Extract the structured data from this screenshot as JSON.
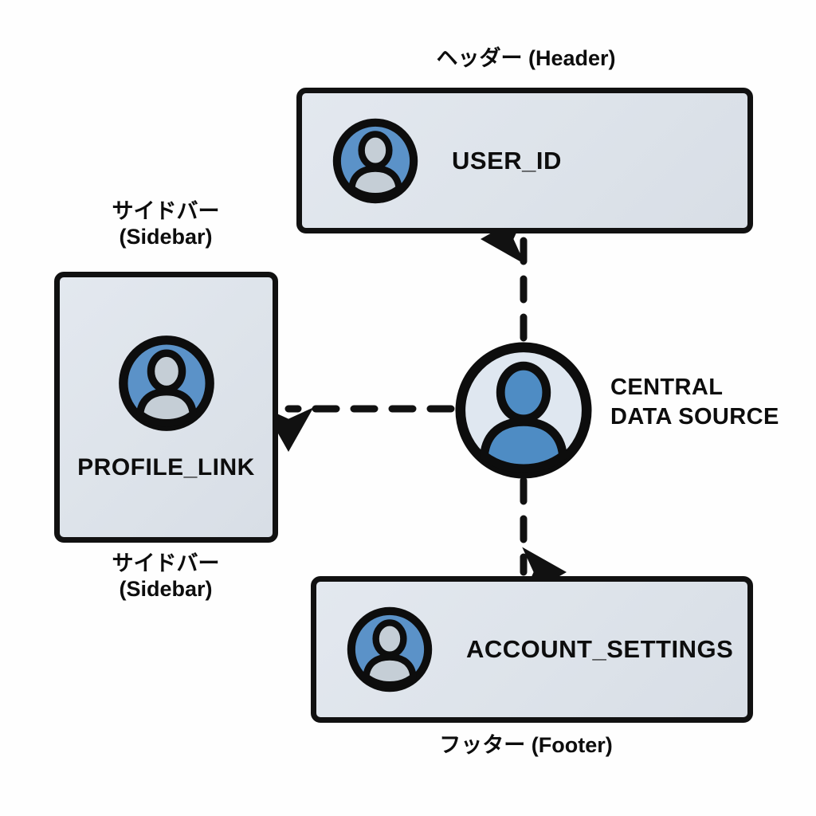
{
  "diagram": {
    "title_present": false,
    "background_color": "#fefefe",
    "box_fill_color": "#dfe5ec",
    "box_border_color": "#111111",
    "avatar_disc_color": "#5b92c8",
    "avatar_person_color": "#c5ced6",
    "hub_disc_color": "#dfe7f0",
    "hub_person_color": "#4e8cc4",
    "connector_color": "#111111",
    "connector_style": "dashed"
  },
  "nodes": {
    "header": {
      "label": "USER_ID",
      "caption": "ヘッダー (Header)",
      "caption_position": "above",
      "icon": "user-avatar-icon"
    },
    "sidebar": {
      "label": "PROFILE_LINK",
      "caption_top": "サイドバー\n(Sidebar)",
      "caption_bottom": "サイドバー\n(Sidebar)",
      "icon": "user-avatar-icon"
    },
    "footer": {
      "label": "ACCOUNT_SETTINGS",
      "caption": "フッター (Footer)",
      "caption_position": "below",
      "icon": "user-avatar-icon"
    },
    "central": {
      "label": "CENTRAL\nDATA SOURCE",
      "icon": "user-hub-icon"
    }
  },
  "connections": [
    {
      "from": "central",
      "to": "header",
      "direction": "up",
      "style": "dashed",
      "arrowhead": "single"
    },
    {
      "from": "central",
      "to": "sidebar",
      "direction": "left",
      "style": "dashed",
      "arrowhead": "single"
    },
    {
      "from": "central",
      "to": "footer",
      "direction": "down",
      "style": "dashed",
      "arrowhead": "single"
    }
  ]
}
